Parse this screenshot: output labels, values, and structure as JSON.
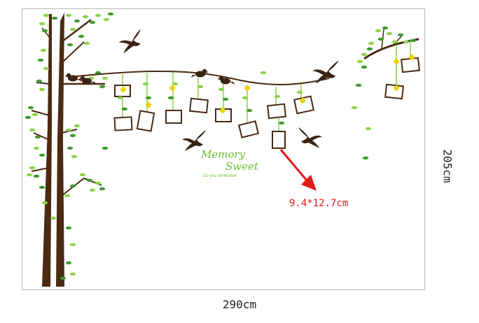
{
  "decal": {
    "script_line1": "Memory",
    "script_line2": "Sweet",
    "tagline": "Do you remember"
  },
  "dimensions": {
    "width_label": "290cm",
    "height_label": "205cm",
    "frame_size_label": "9.4*12.7cm"
  },
  "colors": {
    "trunk": "#4a2a12",
    "leaf_light": "#8cd24a",
    "leaf_dark": "#3f9b2e",
    "bird": "#3b2414",
    "flower": "#f2d200",
    "arrow": "#e01818"
  },
  "icons": [
    "tree-icon",
    "branch-icon",
    "bird-icon",
    "photo-frame-icon",
    "flower-icon",
    "arrow-icon"
  ]
}
